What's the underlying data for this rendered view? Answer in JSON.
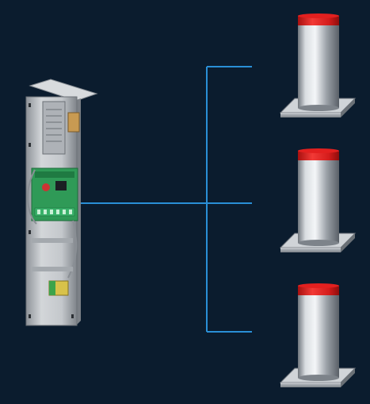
{
  "colors": {
    "background": "#0b1c2e",
    "connector_line": "#2a8fd6",
    "bollard_cap": "#e2201f",
    "bollard_steel": "#b9bec4",
    "cabinet_steel": "#c9ccd0",
    "circuit_board": "#2f9a57"
  },
  "icons": {
    "control_cabinet": "control-cabinet-icon",
    "bollard": "bollard-icon"
  },
  "bollards": [
    {
      "name": "bollard-top"
    },
    {
      "name": "bollard-middle"
    },
    {
      "name": "bollard-bottom"
    }
  ]
}
